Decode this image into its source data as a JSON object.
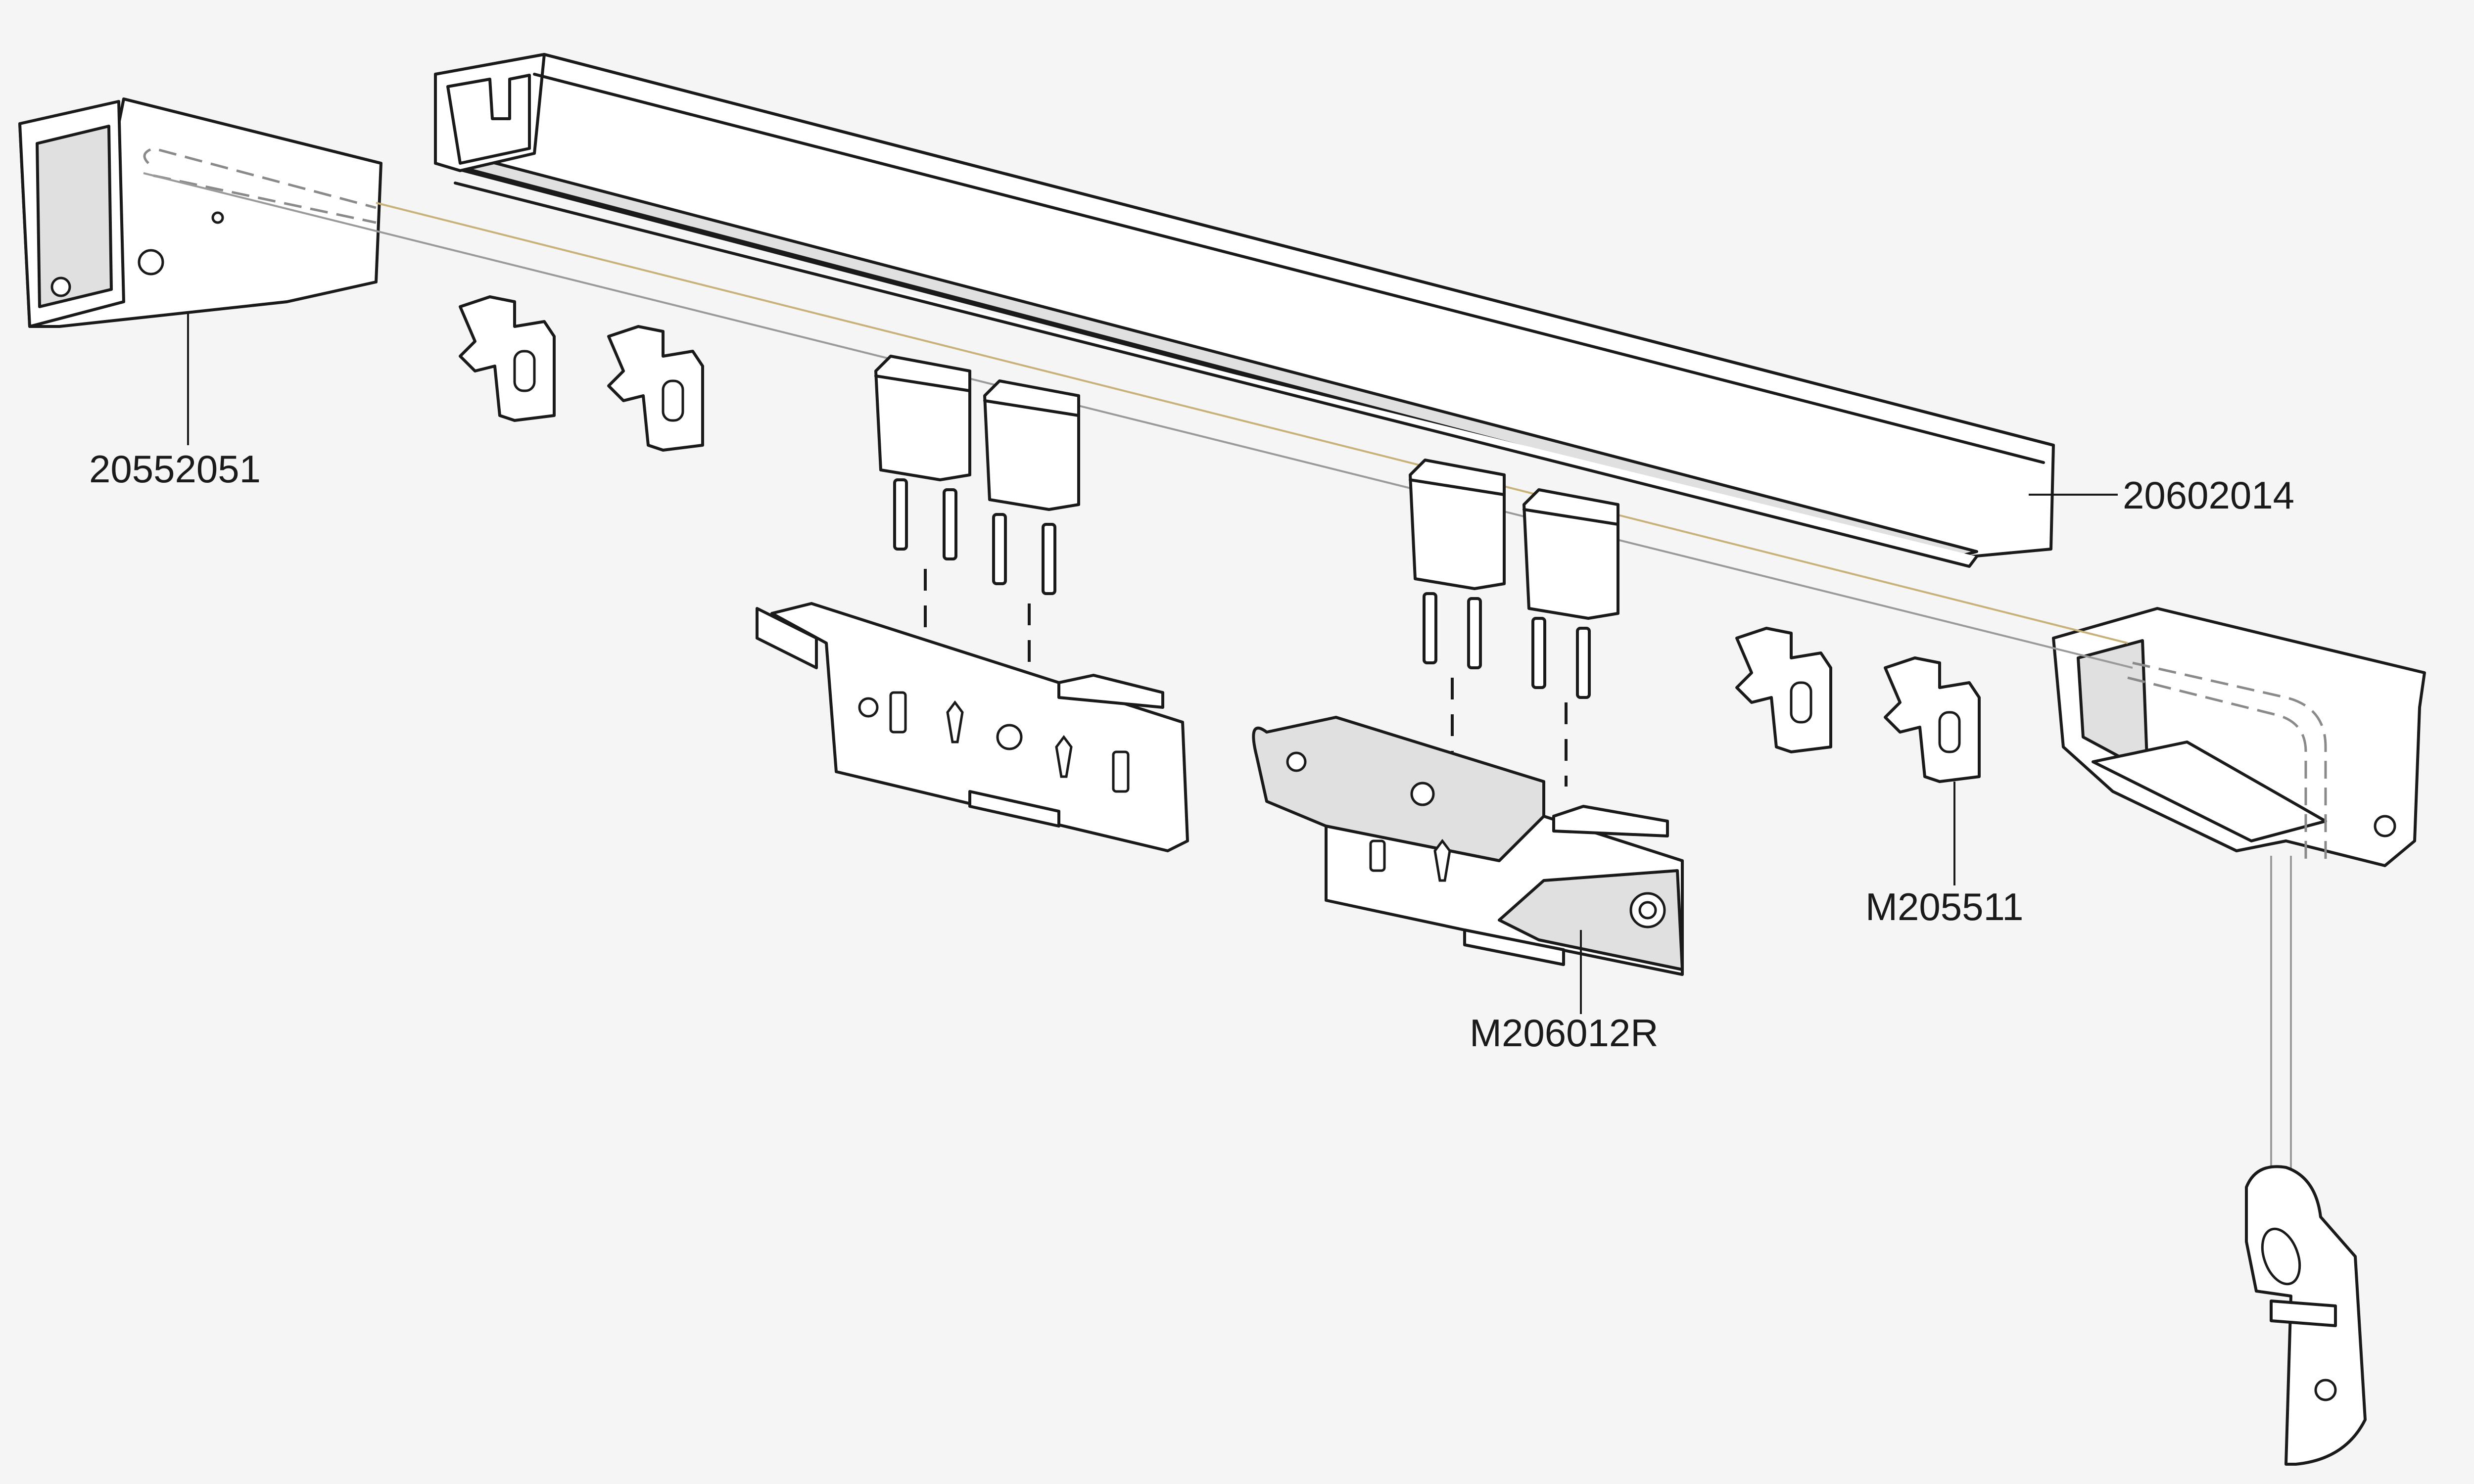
{
  "labels": {
    "end_bracket": "20552051",
    "rail_profile": "20602014",
    "carrier_clip": "M205511",
    "master_carrier": "M206012R"
  },
  "colors": {
    "background": "#f5f5f5",
    "outline": "#1a1a1a",
    "cord": "#9a9a9a",
    "cord_highlight": "#c9b27a",
    "metal_plate": "#e0e0e0"
  }
}
